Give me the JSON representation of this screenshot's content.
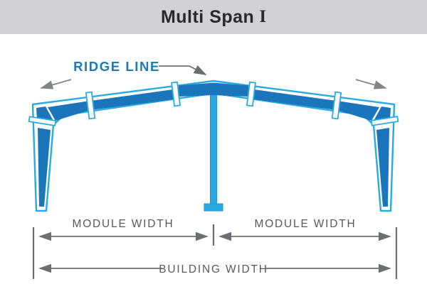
{
  "header": {
    "title": "Multi Span",
    "numeral": "I"
  },
  "diagram": {
    "ridge_label": "RIDGE LINE",
    "labels": {
      "module_width_left": "MODULE WIDTH",
      "module_width_right": "MODULE WIDTH",
      "building_width": "BUILDING WIDTH"
    }
  },
  "colors": {
    "header_bg": "#D2D2D4",
    "title_text": "#29292B",
    "frame_fill": "#1B75BB",
    "frame_outline": "#29ABE2",
    "center_column": "#29ABE2",
    "center_column_edge": "#189AD6",
    "dimension_line": "#6D6E71",
    "dimension_text": "#58595B",
    "ridge_text": "#1B7AB8",
    "slope_arrow": "#828487"
  }
}
